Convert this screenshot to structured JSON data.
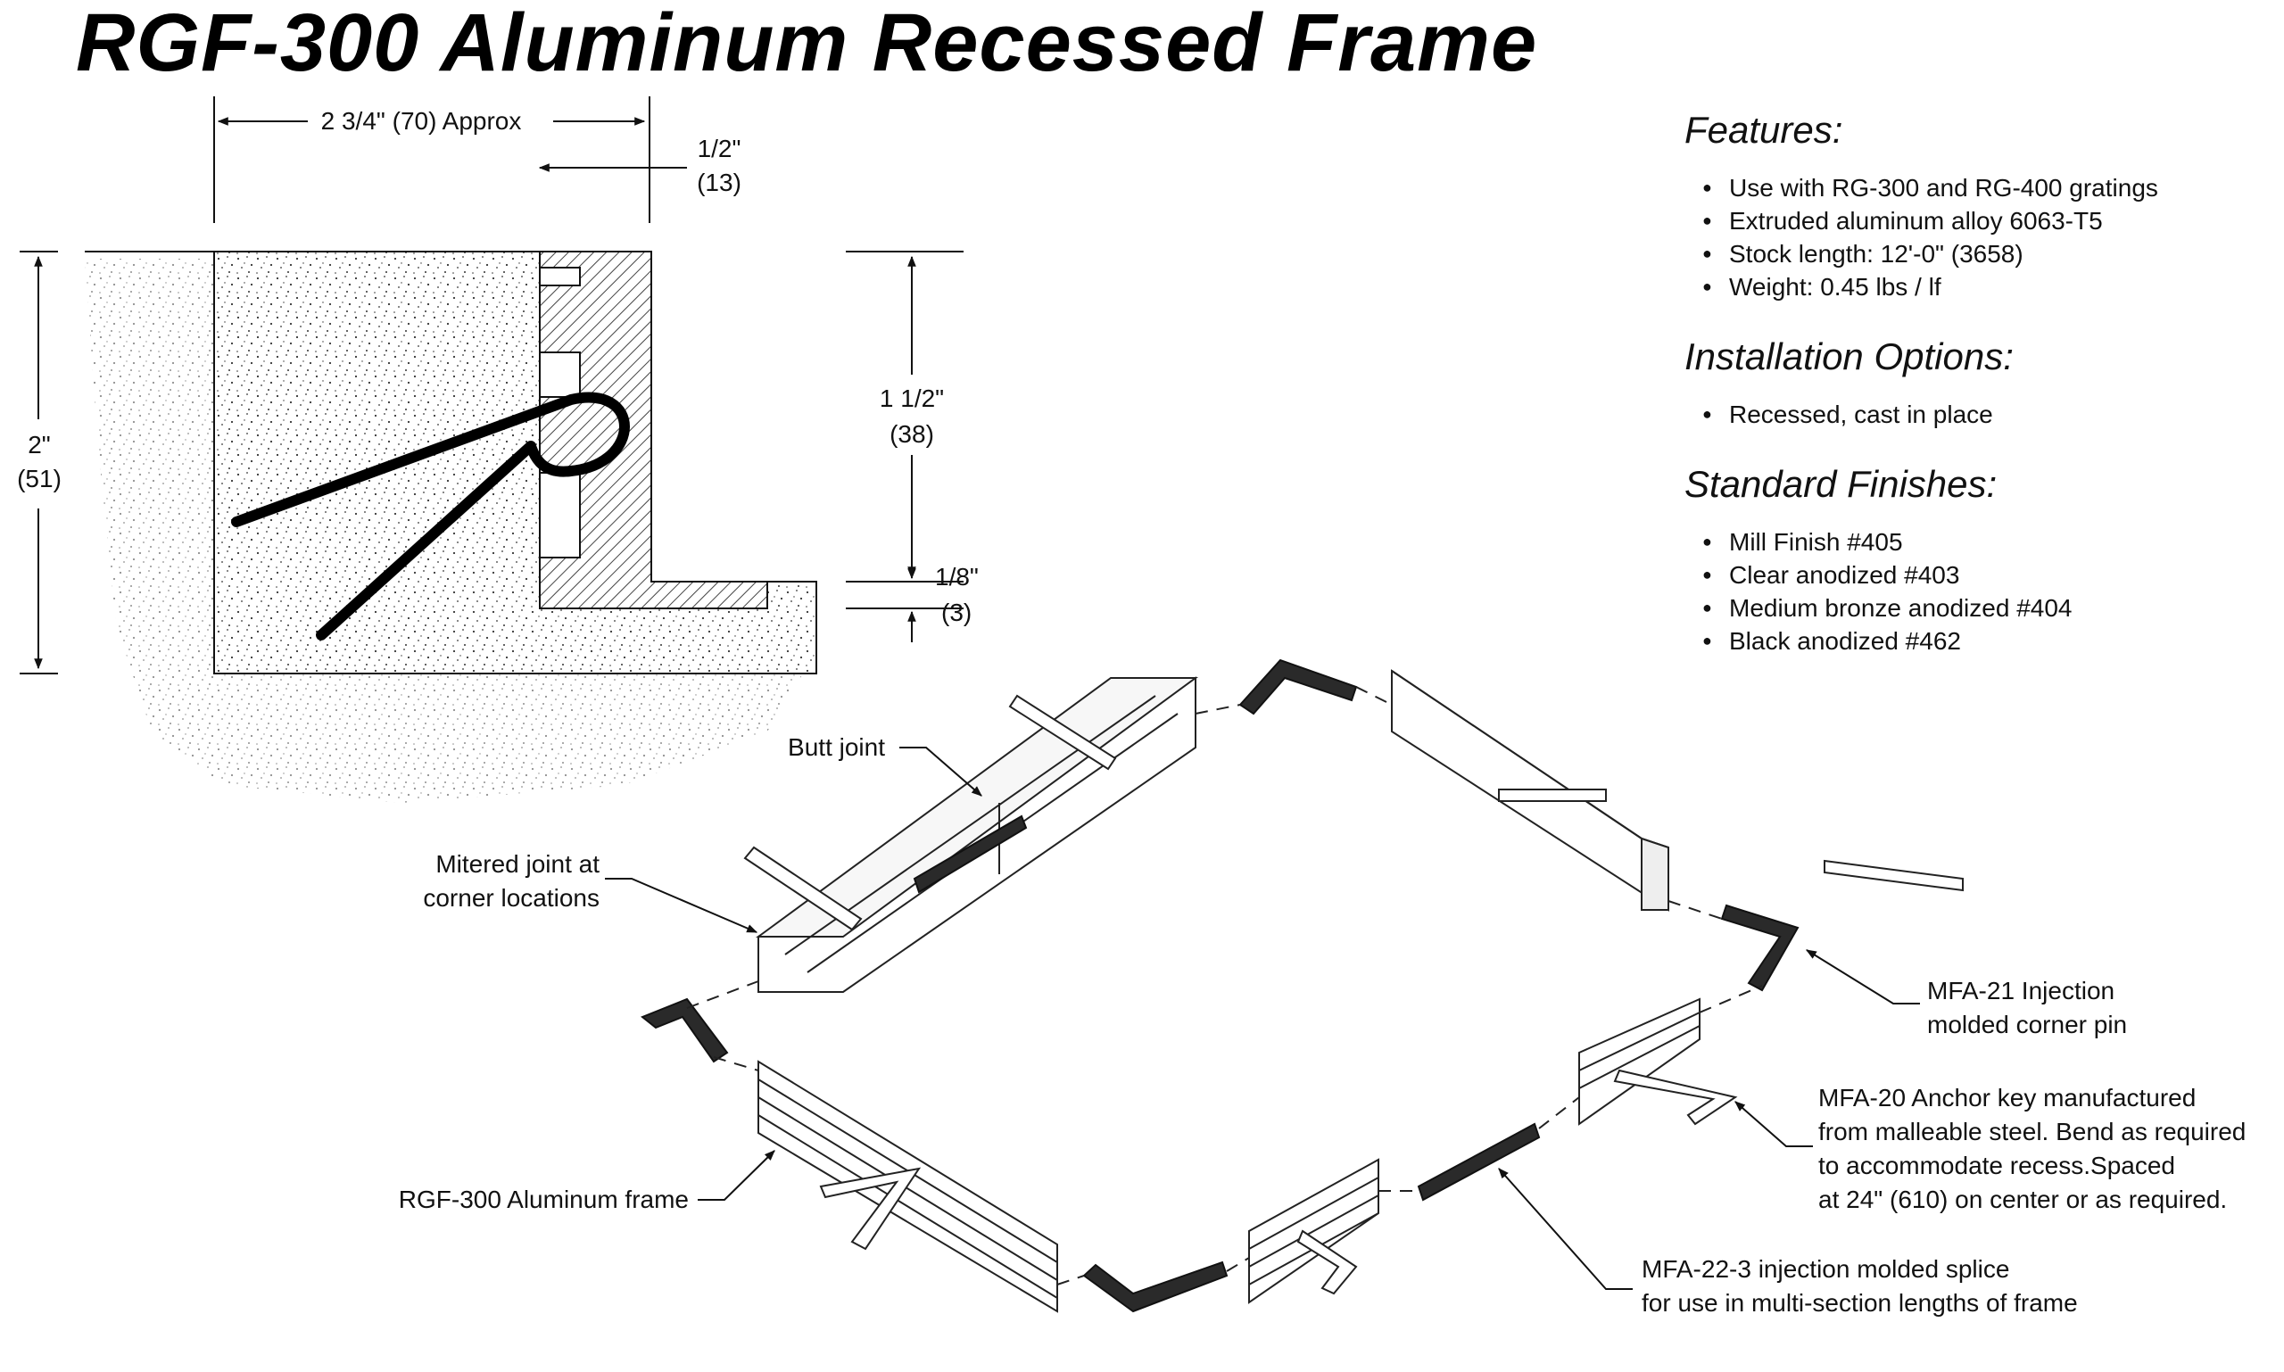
{
  "title": "RGF-300  Aluminum Recessed Frame",
  "features": {
    "heading": "Features:",
    "items": [
      "Use with RG-300 and RG-400 gratings",
      "Extruded aluminum alloy 6063-T5",
      "Stock length: 12'-0\" (3658)",
      "Weight: 0.45 lbs / lf"
    ]
  },
  "installation": {
    "heading": "Installation Options:",
    "items": [
      "Recessed, cast in place"
    ]
  },
  "finishes": {
    "heading": "Standard Finishes:",
    "items": [
      "Mill Finish #405",
      "Clear anodized #403",
      "Medium bronze anodized #404",
      "Black anodized #462"
    ]
  },
  "dimensions": {
    "width": "2 3/4\" (70) Approx",
    "lip_top": "1/2\"",
    "lip_bottom": "(13)",
    "height_top": "2\"",
    "height_bottom": "(51)",
    "recess_top": "1 1/2\"",
    "recess_bottom": "(38)",
    "flange_top": "1/8\"",
    "flange_bottom": "(3)"
  },
  "callouts": {
    "butt_joint": "Butt joint",
    "mitered_1": "Mitered joint at",
    "mitered_2": "corner locations",
    "frame": "RGF-300 Aluminum frame",
    "mfa21_1": "MFA-21 Injection",
    "mfa21_2": "molded corner pin",
    "mfa20_1": "MFA-20 Anchor key manufactured",
    "mfa20_2": "from malleable steel. Bend as required",
    "mfa20_3": "to accommodate recess.Spaced",
    "mfa20_4": "at 24\" (610) on center or as required.",
    "mfa22_1": "MFA-22-3 injection molded splice",
    "mfa22_2": "for use in multi-section lengths of frame"
  }
}
